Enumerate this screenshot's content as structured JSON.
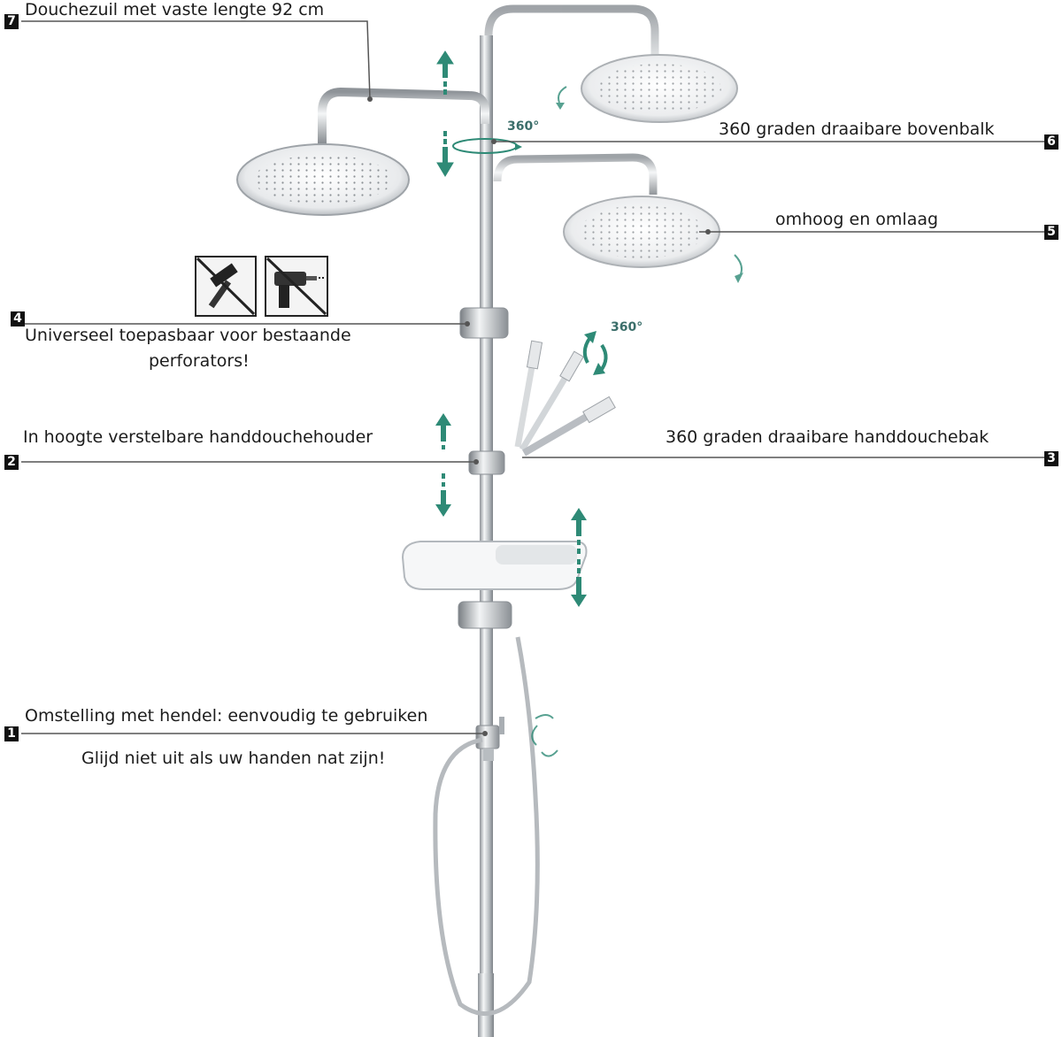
{
  "callouts": [
    {
      "number": "7",
      "text": "Douchezuil met vaste lengte 92 cm"
    },
    {
      "number": "6",
      "text": "360 graden draaibare bovenbalk"
    },
    {
      "number": "5",
      "text": "omhoog en omlaag"
    },
    {
      "number": "4",
      "text_line1": "Universeel toepasbaar voor bestaande",
      "text_line2": "perforators!"
    },
    {
      "number": "3",
      "text": "360 graden draaibare handdouchebak"
    },
    {
      "number": "2",
      "text": "In hoogte verstelbare handdouchehouder"
    },
    {
      "number": "1",
      "text_line1": "Omstelling met hendel: eenvoudig te gebruiken",
      "text_line2": "Glijd niet uit als uw handen nat zijn!"
    }
  ],
  "rotation_markers": [
    "360°",
    "360°"
  ],
  "colors": {
    "arrow": "#2e8a76",
    "metal": "#c9cdd1",
    "line": "#555555",
    "badge": "#111111"
  },
  "icons": [
    "no-hammer-icon",
    "no-drill-icon"
  ]
}
